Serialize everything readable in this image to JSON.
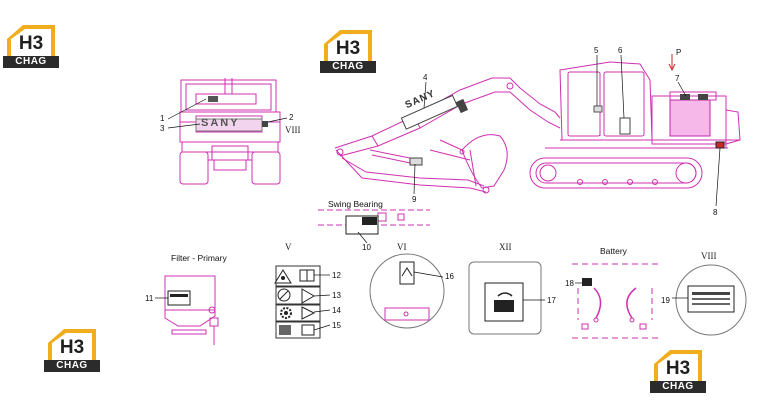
{
  "brand": {
    "logo_main": "H3",
    "logo_sub": "CHAG",
    "colors": {
      "gold": "#f0ad1e",
      "dark": "#2b2b2b",
      "line": "#d02fb0",
      "grey": "#7b7b7b"
    }
  },
  "titles": {
    "swing_bearing": "Swing Bearing",
    "filter_primary": "Filter - Primary",
    "battery": "Battery"
  },
  "machine": {
    "decal_text": "SANY"
  },
  "direction_label": "P",
  "roman": {
    "v": "V",
    "vi": "VI",
    "xii": "XII",
    "viii": "VIII",
    "viii_front": "VIII"
  },
  "callouts": [
    "1",
    "2",
    "3",
    "4",
    "5",
    "6",
    "7",
    "8",
    "9",
    "10",
    "11",
    "12",
    "13",
    "14",
    "15",
    "16",
    "17",
    "18",
    "19"
  ],
  "icon_names": [
    "warning-triangle-icon",
    "manual-book-icon",
    "no-entry-icon",
    "arrow-triangle-icon",
    "gear-icon",
    "engine-icon",
    "hook-icon"
  ]
}
